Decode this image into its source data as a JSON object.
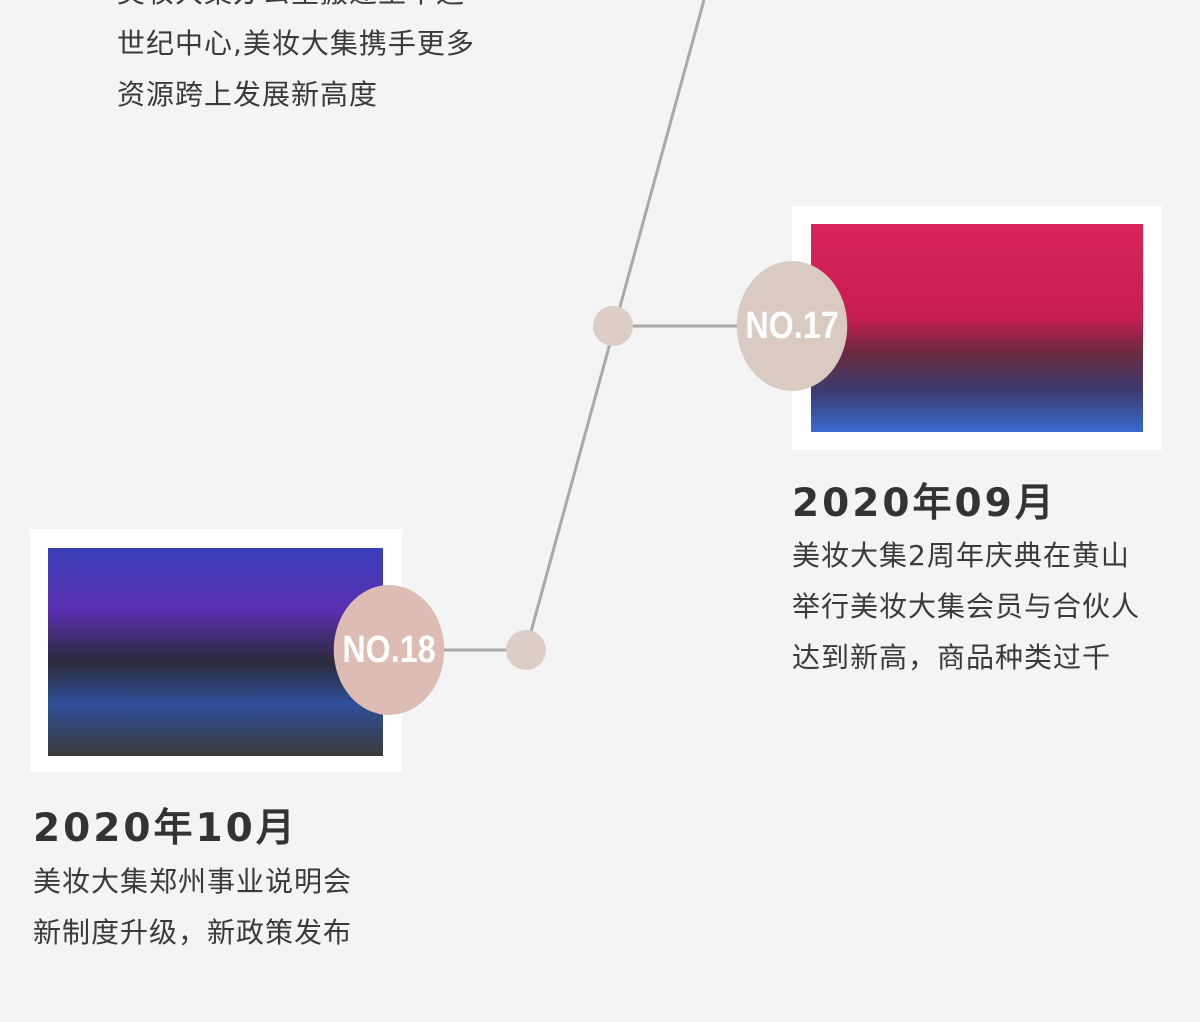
{
  "colors": {
    "line": "#a9a9a9",
    "dot": "#dccdc6",
    "badge_17": "#d9cbc2",
    "badge_18": "#dcbcb3"
  },
  "top_entry": {
    "lines": [
      "美妆大集办公室搬迁至中远",
      "世纪中心,美妆大集携手更多",
      "资源跨上发展新高度"
    ]
  },
  "entry_17": {
    "badge": "NO.17",
    "date": "2020年09月",
    "lines": [
      "美妆大集2周年庆典在黄山",
      "举行美妆大集会员与合伙人",
      "达到新高，商品种类过千"
    ]
  },
  "entry_18": {
    "badge": "NO.18",
    "date": "2020年10月",
    "lines": [
      "美妆大集郑州事业说明会",
      "新制度升级，新政策发布"
    ]
  }
}
